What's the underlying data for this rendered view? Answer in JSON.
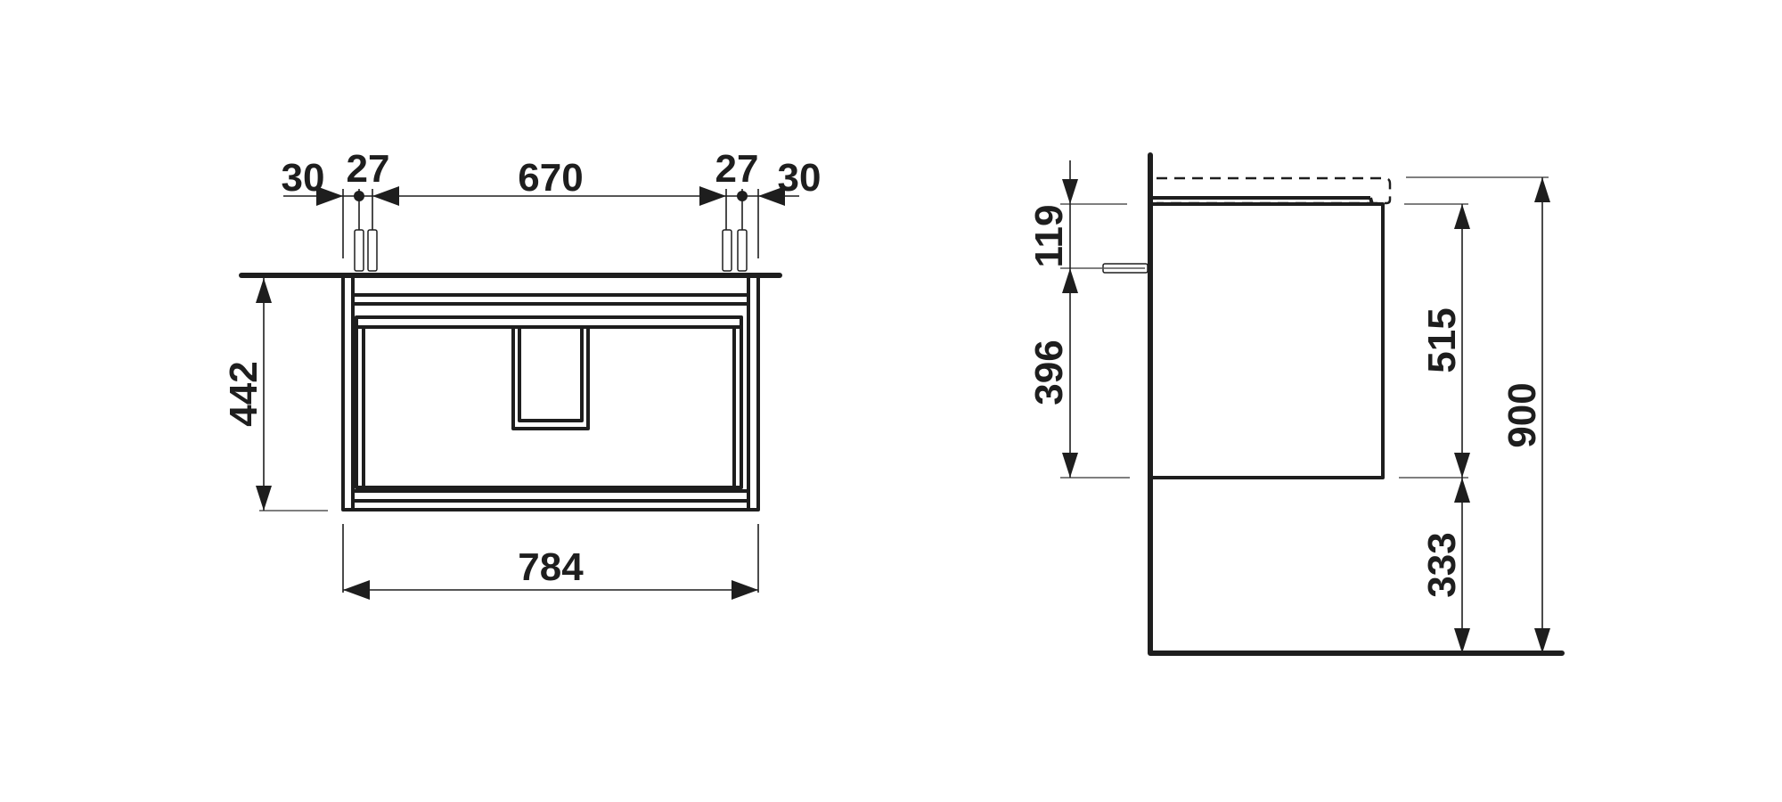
{
  "drawing": {
    "type": "technical dimension drawing",
    "units": "mm",
    "stroke_color": "#1e1e1e",
    "background": "#ffffff"
  },
  "front_view": {
    "top_dimensions": {
      "left_margin": "30",
      "left_fixing_gap": "27",
      "fixing_span": "670",
      "right_fixing_gap": "27",
      "right_margin": "30"
    },
    "height": "442",
    "width": "784"
  },
  "side_view": {
    "top_to_fixing": "119",
    "fixing_to_bottom": "396",
    "cabinet_height": "515",
    "floor_clearance": "333",
    "total_height": "900"
  }
}
